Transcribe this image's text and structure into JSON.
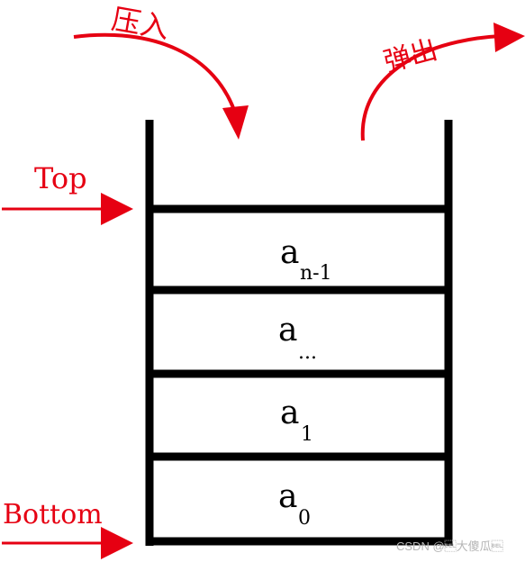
{
  "labels": {
    "push": "压入",
    "pop": "弹出",
    "top": "Top",
    "bottom": "Bottom"
  },
  "elements": [
    {
      "base": "a",
      "sub": "n-1"
    },
    {
      "base": "a",
      "sub": "..."
    },
    {
      "base": "a",
      "sub": "1"
    },
    {
      "base": "a",
      "sub": "0"
    }
  ],
  "watermark": "CSDN @\u0007大傻瓜\u0007",
  "colors": {
    "arrow": "#e60012",
    "stack": "#000000",
    "watermark": "#b5b5b5"
  }
}
